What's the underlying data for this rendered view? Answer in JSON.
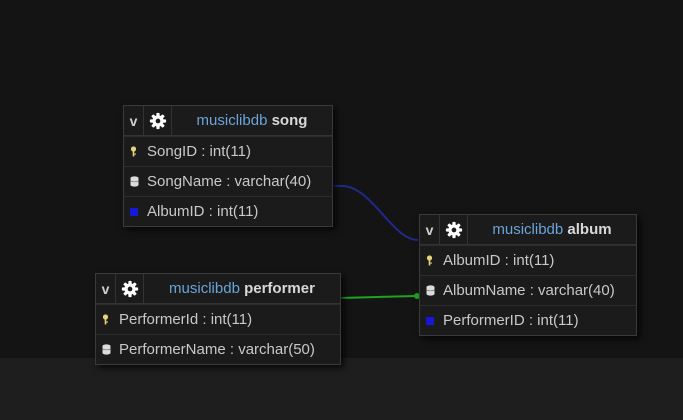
{
  "colors": {
    "background": "#141414",
    "footer": "#1e1e1e",
    "schema_text": "#6aa4d8",
    "link_song_album": "#1f2a8a",
    "link_performer_album": "#1fa31f"
  },
  "tables": {
    "song": {
      "toggle": "v",
      "settings_icon": "gear-icon",
      "schema": "musiclibdb",
      "name": "song",
      "fields": [
        {
          "label": "SongID : int(11)",
          "icon": "key-icon"
        },
        {
          "label": "SongName : varchar(40)",
          "icon": "column-icon"
        },
        {
          "label": "AlbumID : int(11)",
          "icon": "foreign-key-icon"
        }
      ]
    },
    "album": {
      "toggle": "v",
      "settings_icon": "gear-icon",
      "schema": "musiclibdb",
      "name": "album",
      "fields": [
        {
          "label": "AlbumID : int(11)",
          "icon": "key-icon"
        },
        {
          "label": "AlbumName : varchar(40)",
          "icon": "column-icon"
        },
        {
          "label": "PerformerID : int(11)",
          "icon": "foreign-key-icon"
        }
      ]
    },
    "performer": {
      "toggle": "v",
      "settings_icon": "gear-icon",
      "schema": "musiclibdb",
      "name": "performer",
      "fields": [
        {
          "label": "PerformerId : int(11)",
          "icon": "key-icon"
        },
        {
          "label": "PerformerName : varchar(50)",
          "icon": "column-icon"
        }
      ]
    }
  }
}
